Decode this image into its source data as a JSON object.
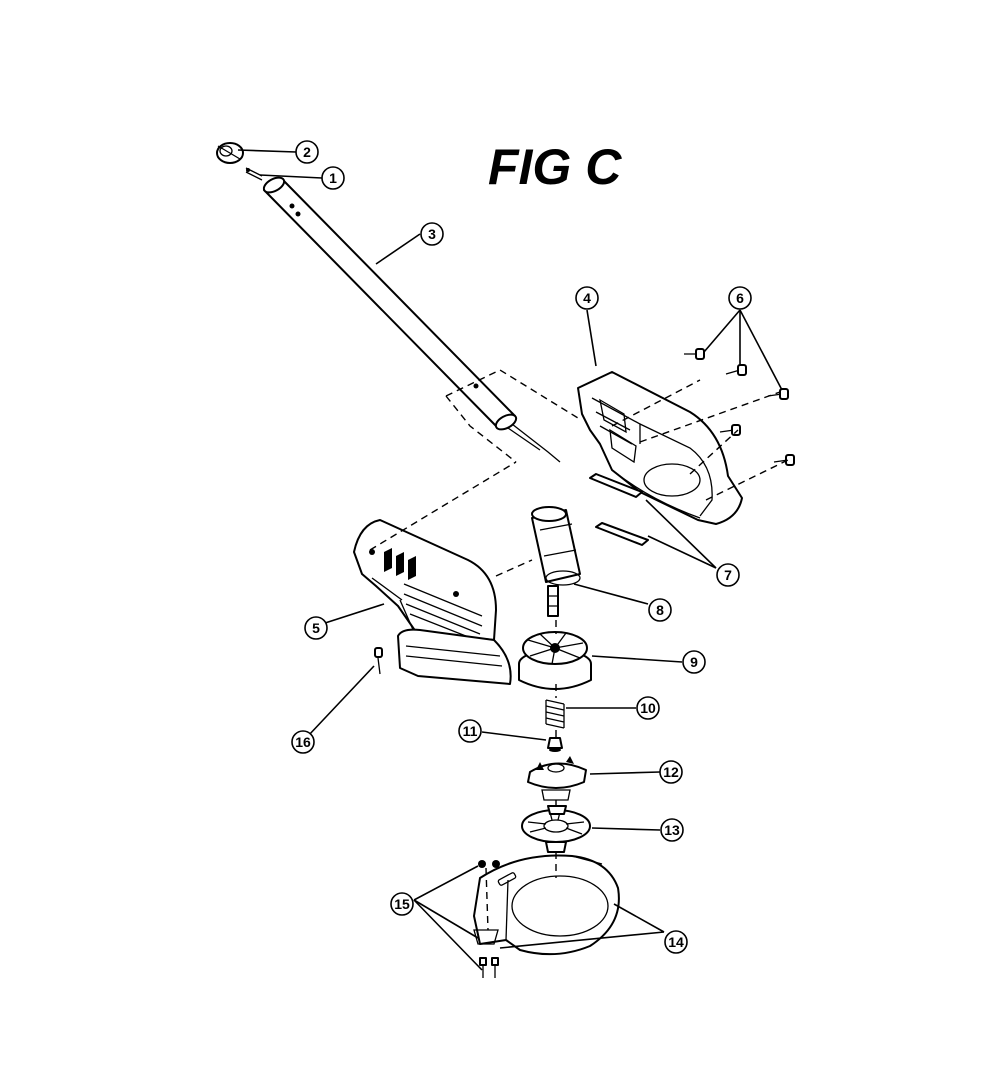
{
  "figure": {
    "title": "FIG C"
  },
  "callouts": [
    {
      "id": "c1",
      "label": "1"
    },
    {
      "id": "c2",
      "label": "2"
    },
    {
      "id": "c3",
      "label": "3"
    },
    {
      "id": "c4",
      "label": "4"
    },
    {
      "id": "c5",
      "label": "5"
    },
    {
      "id": "c6",
      "label": "6"
    },
    {
      "id": "c7",
      "label": "7"
    },
    {
      "id": "c8",
      "label": "8"
    },
    {
      "id": "c9",
      "label": "9"
    },
    {
      "id": "c10",
      "label": "10"
    },
    {
      "id": "c11",
      "label": "11"
    },
    {
      "id": "c12",
      "label": "12"
    },
    {
      "id": "c13",
      "label": "13"
    },
    {
      "id": "c14",
      "label": "14"
    },
    {
      "id": "c15",
      "label": "15"
    },
    {
      "id": "c16",
      "label": "16"
    }
  ]
}
